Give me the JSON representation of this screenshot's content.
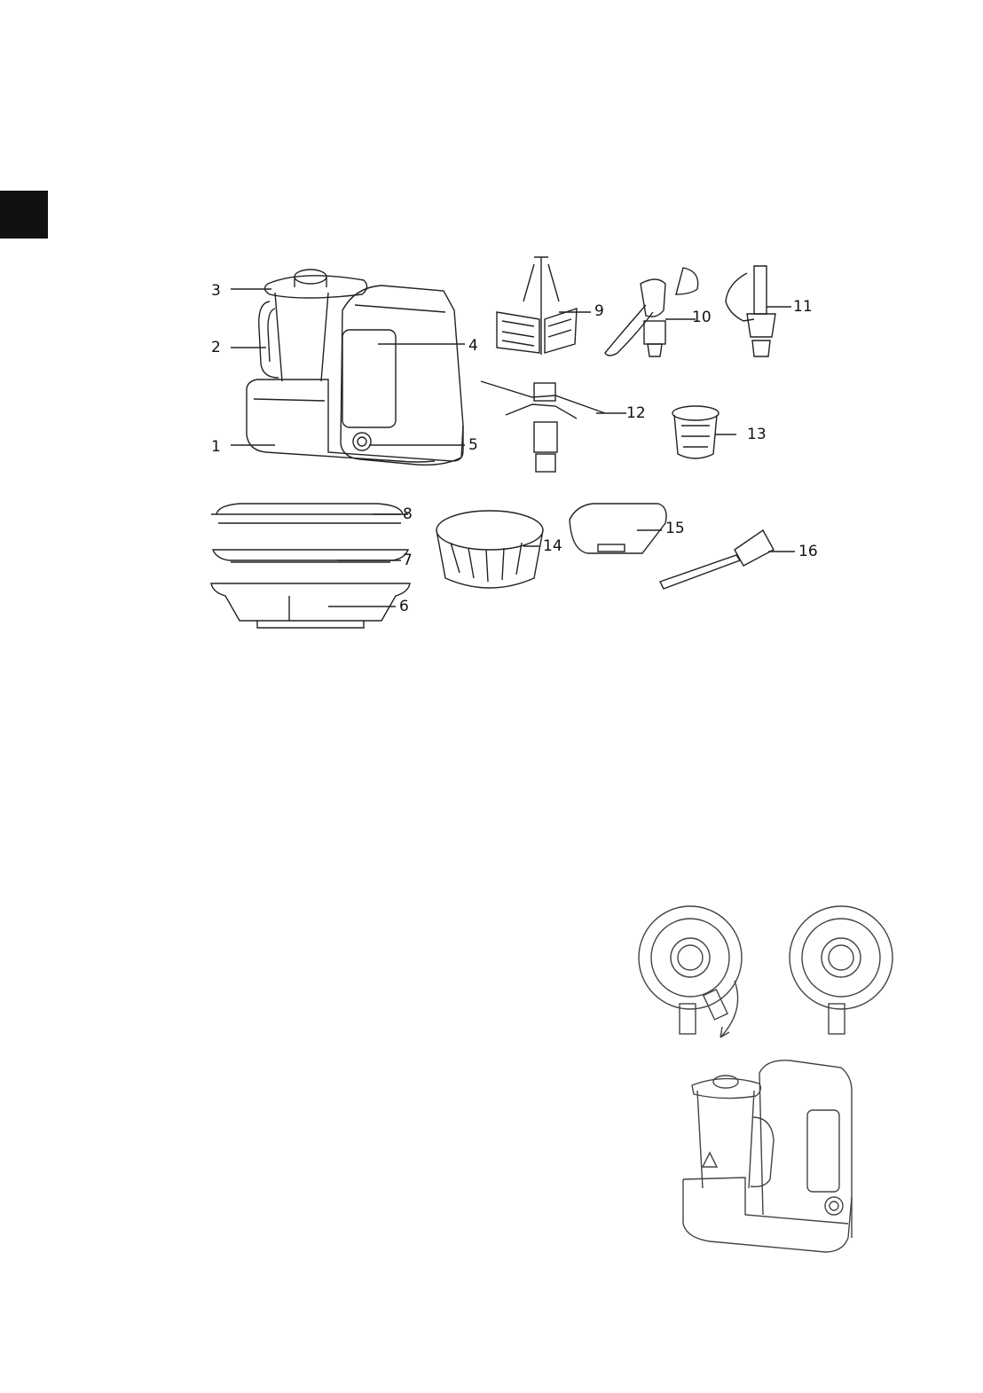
{
  "page": {
    "language_tab_color": "#111111"
  },
  "figure_parts": {
    "callouts": [
      {
        "id": "1",
        "label": "1"
      },
      {
        "id": "2",
        "label": "2"
      },
      {
        "id": "3",
        "label": "3"
      },
      {
        "id": "4",
        "label": "4"
      },
      {
        "id": "5",
        "label": "5"
      },
      {
        "id": "6",
        "label": "6"
      },
      {
        "id": "7",
        "label": "7"
      },
      {
        "id": "8",
        "label": "8"
      },
      {
        "id": "9",
        "label": "9"
      },
      {
        "id": "10",
        "label": "10"
      },
      {
        "id": "11",
        "label": "11"
      },
      {
        "id": "12",
        "label": "12"
      },
      {
        "id": "13",
        "label": "13"
      },
      {
        "id": "14",
        "label": "14"
      },
      {
        "id": "15",
        "label": "15"
      },
      {
        "id": "16",
        "label": "16"
      }
    ]
  }
}
